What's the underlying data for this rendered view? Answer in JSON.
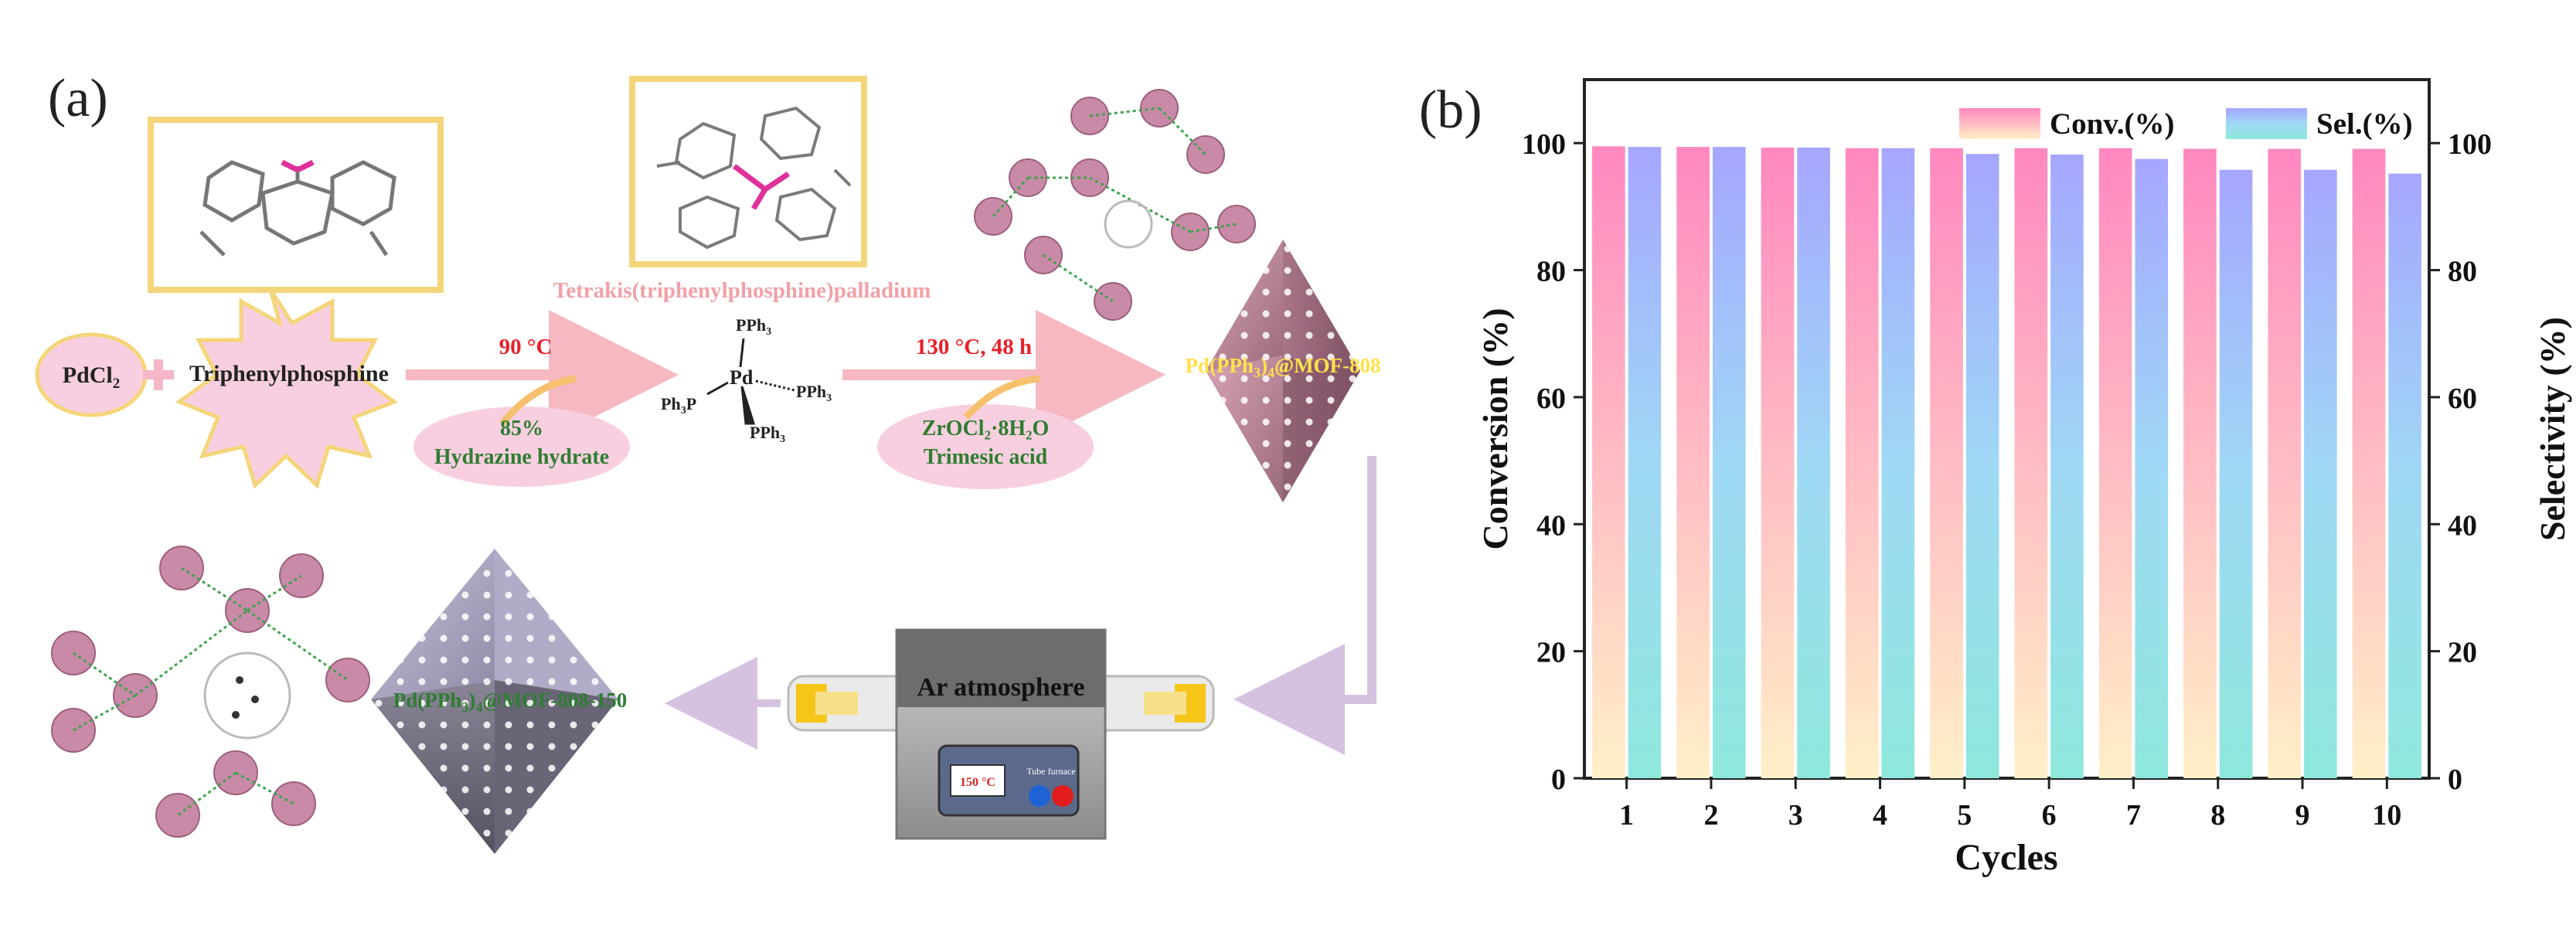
{
  "panel_a": {
    "label": "(a)",
    "pdcl2": "PdCl",
    "pdcl2_sub": "2",
    "triphenylphosphine": "Triphenylphosphine",
    "catalyst_name": "Tetrakis(triphenylphosphine)palladium",
    "step1_condition": "90 °C",
    "step1_reagent_line1": "85%",
    "step1_reagent_line2": "Hydrazine hydrate",
    "step2_condition": "130 °C, 48 h",
    "step2_reagent_line1": "ZrOCl₂·8H₂O",
    "step2_reagent_line2": "Trimesic acid",
    "pph3_top": "PPh",
    "pph3_top_sub": "3",
    "ph3p_left": "Ph",
    "ph3p_left_sub": "3",
    "ph3p_left_end": "P",
    "pd_center": "Pd",
    "pph3_right": "PPh",
    "pph3_right_sub": "3",
    "pph3_bottom": "PPh",
    "pph3_bottom_sub": "3",
    "product1_a": "Pd(PPh",
    "product1_sub1": "3",
    "product1_b": ")",
    "product1_sub2": "4",
    "product1_c": "@MOF-808",
    "product2_a": "Pd(PPh",
    "product2_sub1": "3",
    "product2_b": ")",
    "product2_sub2": "4",
    "product2_c": "@MOF-808-150",
    "furnace_label": "Ar atmosphere",
    "furnace_display": "150 °C",
    "furnace_brand": "Tube furnace",
    "colors": {
      "pink_fill": "#f8cfe0",
      "gold_border": "#f5d57a",
      "red_text": "#e8202a",
      "green_text": "#2e7d32",
      "yellow_text": "#ffe14a",
      "arrow_pink": "#f6b8c1",
      "octa_pink": "#b98597",
      "octa_purple": "#8f8aa6"
    }
  },
  "panel_b": {
    "label": "(b)",
    "colors": {
      "conversion_top": "#ff88c0",
      "conversion_bottom": "#fff0c8",
      "selectivity_top": "#a6a6ff",
      "selectivity_bottom": "#8fe8dc"
    }
  },
  "chart_data": {
    "type": "bar",
    "title": "",
    "xlabel": "Cycles",
    "ylabel": "Conversion (%)",
    "y2label": "Selectivity (%)",
    "categories": [
      "1",
      "2",
      "3",
      "4",
      "5",
      "6",
      "7",
      "8",
      "9",
      "10"
    ],
    "series": [
      {
        "name": "Conv.(%)",
        "axis": "left",
        "values": [
          99.5,
          99.4,
          99.3,
          99.2,
          99.2,
          99.2,
          99.2,
          99.1,
          99.1,
          99.1
        ]
      },
      {
        "name": "Sel.(%)",
        "axis": "right",
        "values": [
          99.4,
          99.4,
          99.3,
          99.2,
          98.3,
          98.2,
          97.5,
          95.8,
          95.8,
          95.2
        ]
      }
    ],
    "ylim": [
      0,
      110
    ],
    "y2lim": [
      0,
      110
    ],
    "yticks": [
      0,
      20,
      40,
      60,
      80,
      100
    ],
    "y2ticks": [
      0,
      20,
      40,
      60,
      80,
      100
    ],
    "legend_position": "top-right",
    "grid": false
  }
}
